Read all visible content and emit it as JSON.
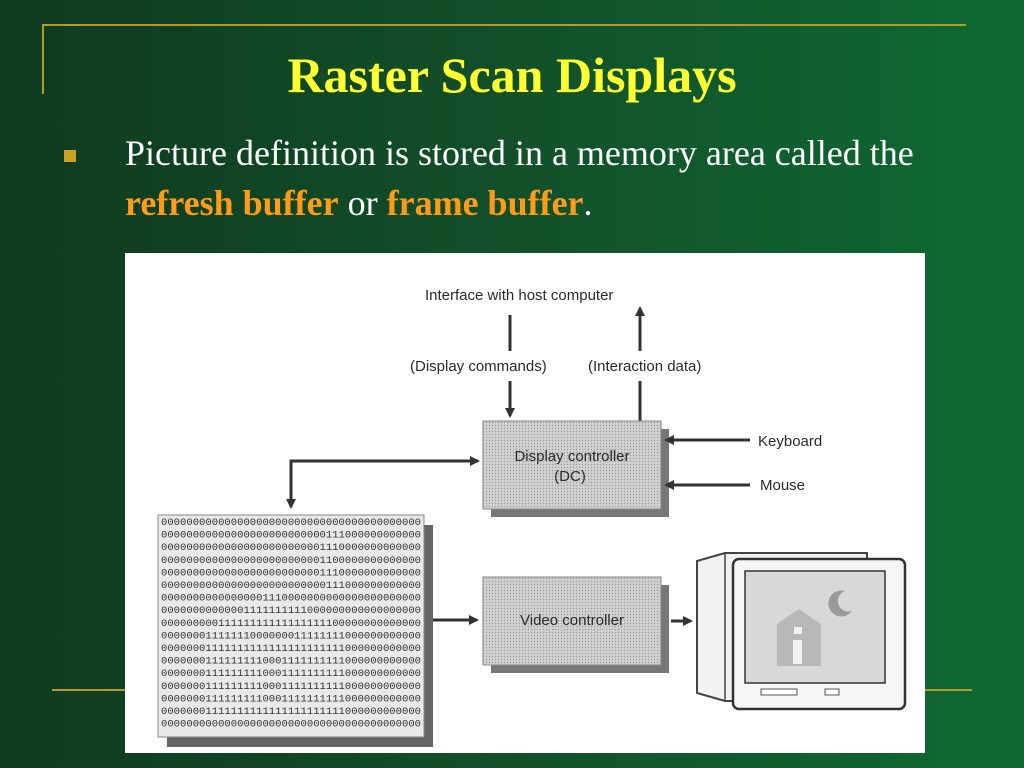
{
  "slide": {
    "title": "Raster Scan Displays",
    "bullet": {
      "text_1": "Picture definition is stored in a memory area called the ",
      "highlight_1": "refresh buffer",
      "text_2": " or ",
      "highlight_2": "frame buffer",
      "text_3": "."
    }
  },
  "diagram": {
    "interface_label": "Interface with host computer",
    "display_commands_label": "(Display commands)",
    "interaction_data_label": "(Interaction data)",
    "display_controller_label": "Display controller",
    "display_controller_abbrev": "(DC)",
    "keyboard_label": "Keyboard",
    "mouse_label": "Mouse",
    "video_controller_label": "Video controller",
    "frame_buffer_rows": [
      "00000000000000000000000000000000000000000",
      "00000000000000000000000000111000000000000",
      "00000000000000000000000001110000000000000",
      "00000000000000000000000001100000000000000",
      "00000000000000000000000001110000000000000",
      "00000000000000000000000000111000000000000",
      "00000000000000001110000000000000000000000",
      "00000000000001111111111000000000000000000",
      "00000000011111111111111111100000000000000",
      "00000001111111000000011111111000000000000",
      "00000001111111111111111111111000000000000",
      "00000001111111110001111111111000000000000",
      "00000001111111110001111111111000000000000",
      "00000001111111110001111111111000000000000",
      "00000001111111110001111111111000000000000",
      "00000001111111111111111111111000000000000",
      "00000000000000000000000000000000000000000"
    ]
  },
  "colors": {
    "title": "#ffff33",
    "highlight": "#ff9a1a",
    "bullet": "#c9a320",
    "frame_line": "#b59a2a"
  }
}
